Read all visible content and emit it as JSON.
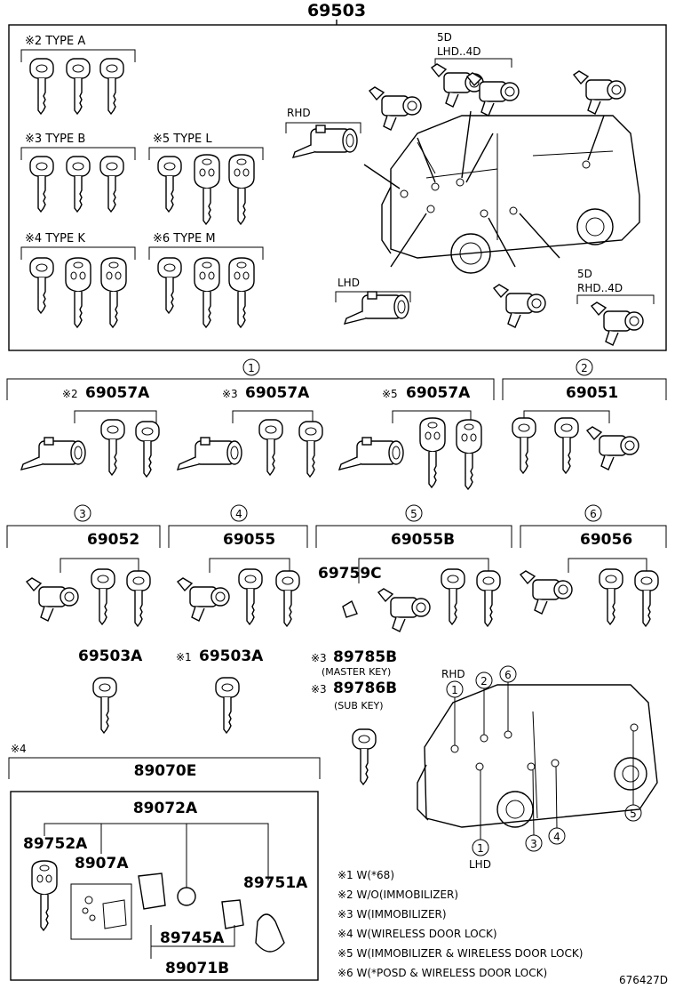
{
  "labels": {
    "main_assembly": "69503",
    "type_a": "※2  TYPE A",
    "type_b": "※3  TYPE B",
    "type_l": "※5  TYPE L",
    "type_k": "※4  TYPE K",
    "type_m": "※6  TYPE M",
    "rhd_top": "RHD",
    "lhd_top": "LHD",
    "rhd_5d_lhd_4d_a": "5D",
    "rhd_5d_lhd_4d_b": "LHD..4D",
    "rhd_5d_rhd_4d_a": "5D",
    "rhd_5d_rhd_4d_b": "RHD..4D",
    "circle1": "1",
    "circle2": "2",
    "circle3": "3",
    "circle4": "4",
    "circle5": "5",
    "circle6": "6",
    "set1a": "69057A",
    "set1a_mark": "※2",
    "set1b": "69057A",
    "set1b_mark": "※3",
    "set1c": "69057A",
    "set1c_mark": "※5",
    "set2": "69051",
    "set3": "69052",
    "set4": "69055",
    "set5": "69055B",
    "set5_sub": "69759C",
    "set6": "69056",
    "key_a": "69503A",
    "key_b": "69503A",
    "key_b_mark": "※1",
    "master_key": "89785B",
    "master_key_mark": "※3",
    "master_key_note": "(MASTER KEY)",
    "sub_key": "89786B",
    "sub_key_mark": "※3",
    "sub_key_note": "(SUB KEY)",
    "wireless_mark": "※4",
    "wireless_set": "89070E",
    "transmitter": "89072A",
    "p89752a": "89752A",
    "p8907a": "8907A",
    "p89751a": "89751A",
    "p89745a": "89745A",
    "p89071b": "89071B",
    "van_rhd": "RHD",
    "van_lhd": "LHD",
    "diagram_code": "676427D"
  },
  "notes": [
    "※1 W(*68)",
    "※2 W/O(IMMOBILIZER)",
    "※3 W(IMMOBILIZER)",
    "※4 W(WIRELESS DOOR LOCK)",
    "※5 W(IMMOBILIZER & WIRELESS DOOR LOCK)",
    "※6 W(*POSD & WIRELESS DOOR LOCK)"
  ]
}
